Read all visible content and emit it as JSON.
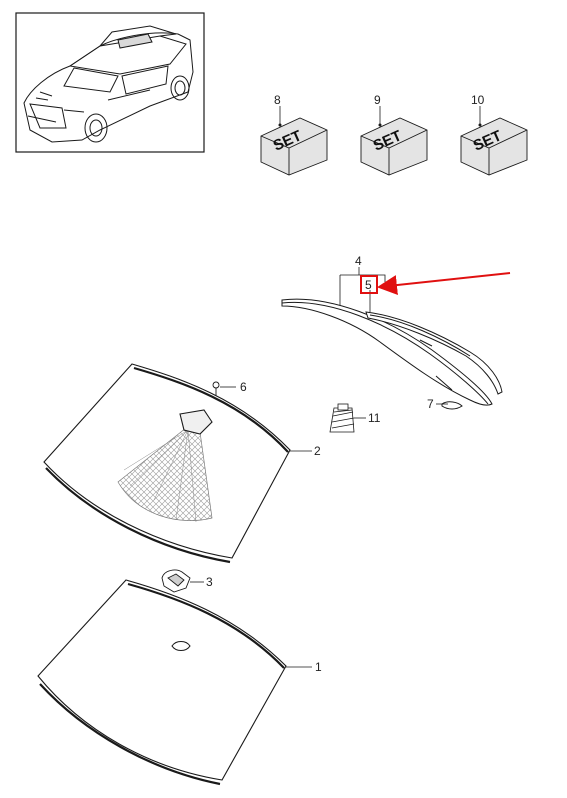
{
  "colors": {
    "line": "#1a1a1a",
    "highlight": "#e01010",
    "hatch": "#9a9a9a"
  },
  "kits": [
    {
      "number": "8",
      "box_text": "SET"
    },
    {
      "number": "9",
      "box_text": "SET"
    },
    {
      "number": "10",
      "box_text": "SET"
    }
  ],
  "callouts": {
    "p1": "1",
    "p2": "2",
    "p3": "3",
    "p4": "4",
    "p5": "5",
    "p6": "6",
    "p7": "7",
    "p11": "11"
  },
  "highlight_part": "5"
}
